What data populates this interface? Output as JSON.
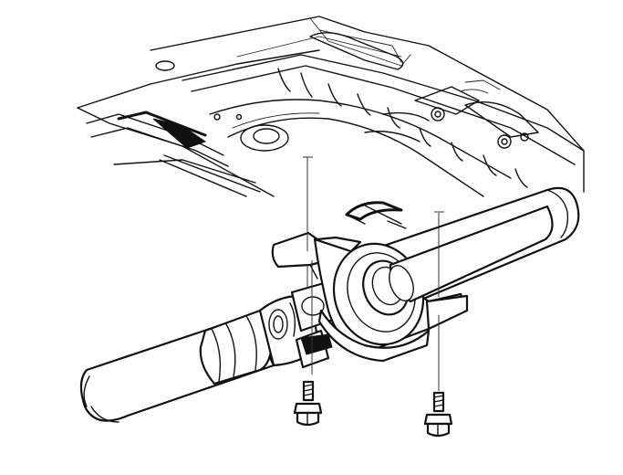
{
  "figure": {
    "description_labels": [],
    "parts": {
      "floor_panel": "floor-panel",
      "propeller_shaft": "propeller-shaft",
      "center_bearing": "center-bearing-bracket",
      "bolts": [
        "mounting-bolt-left",
        "mounting-bolt-right"
      ]
    }
  }
}
